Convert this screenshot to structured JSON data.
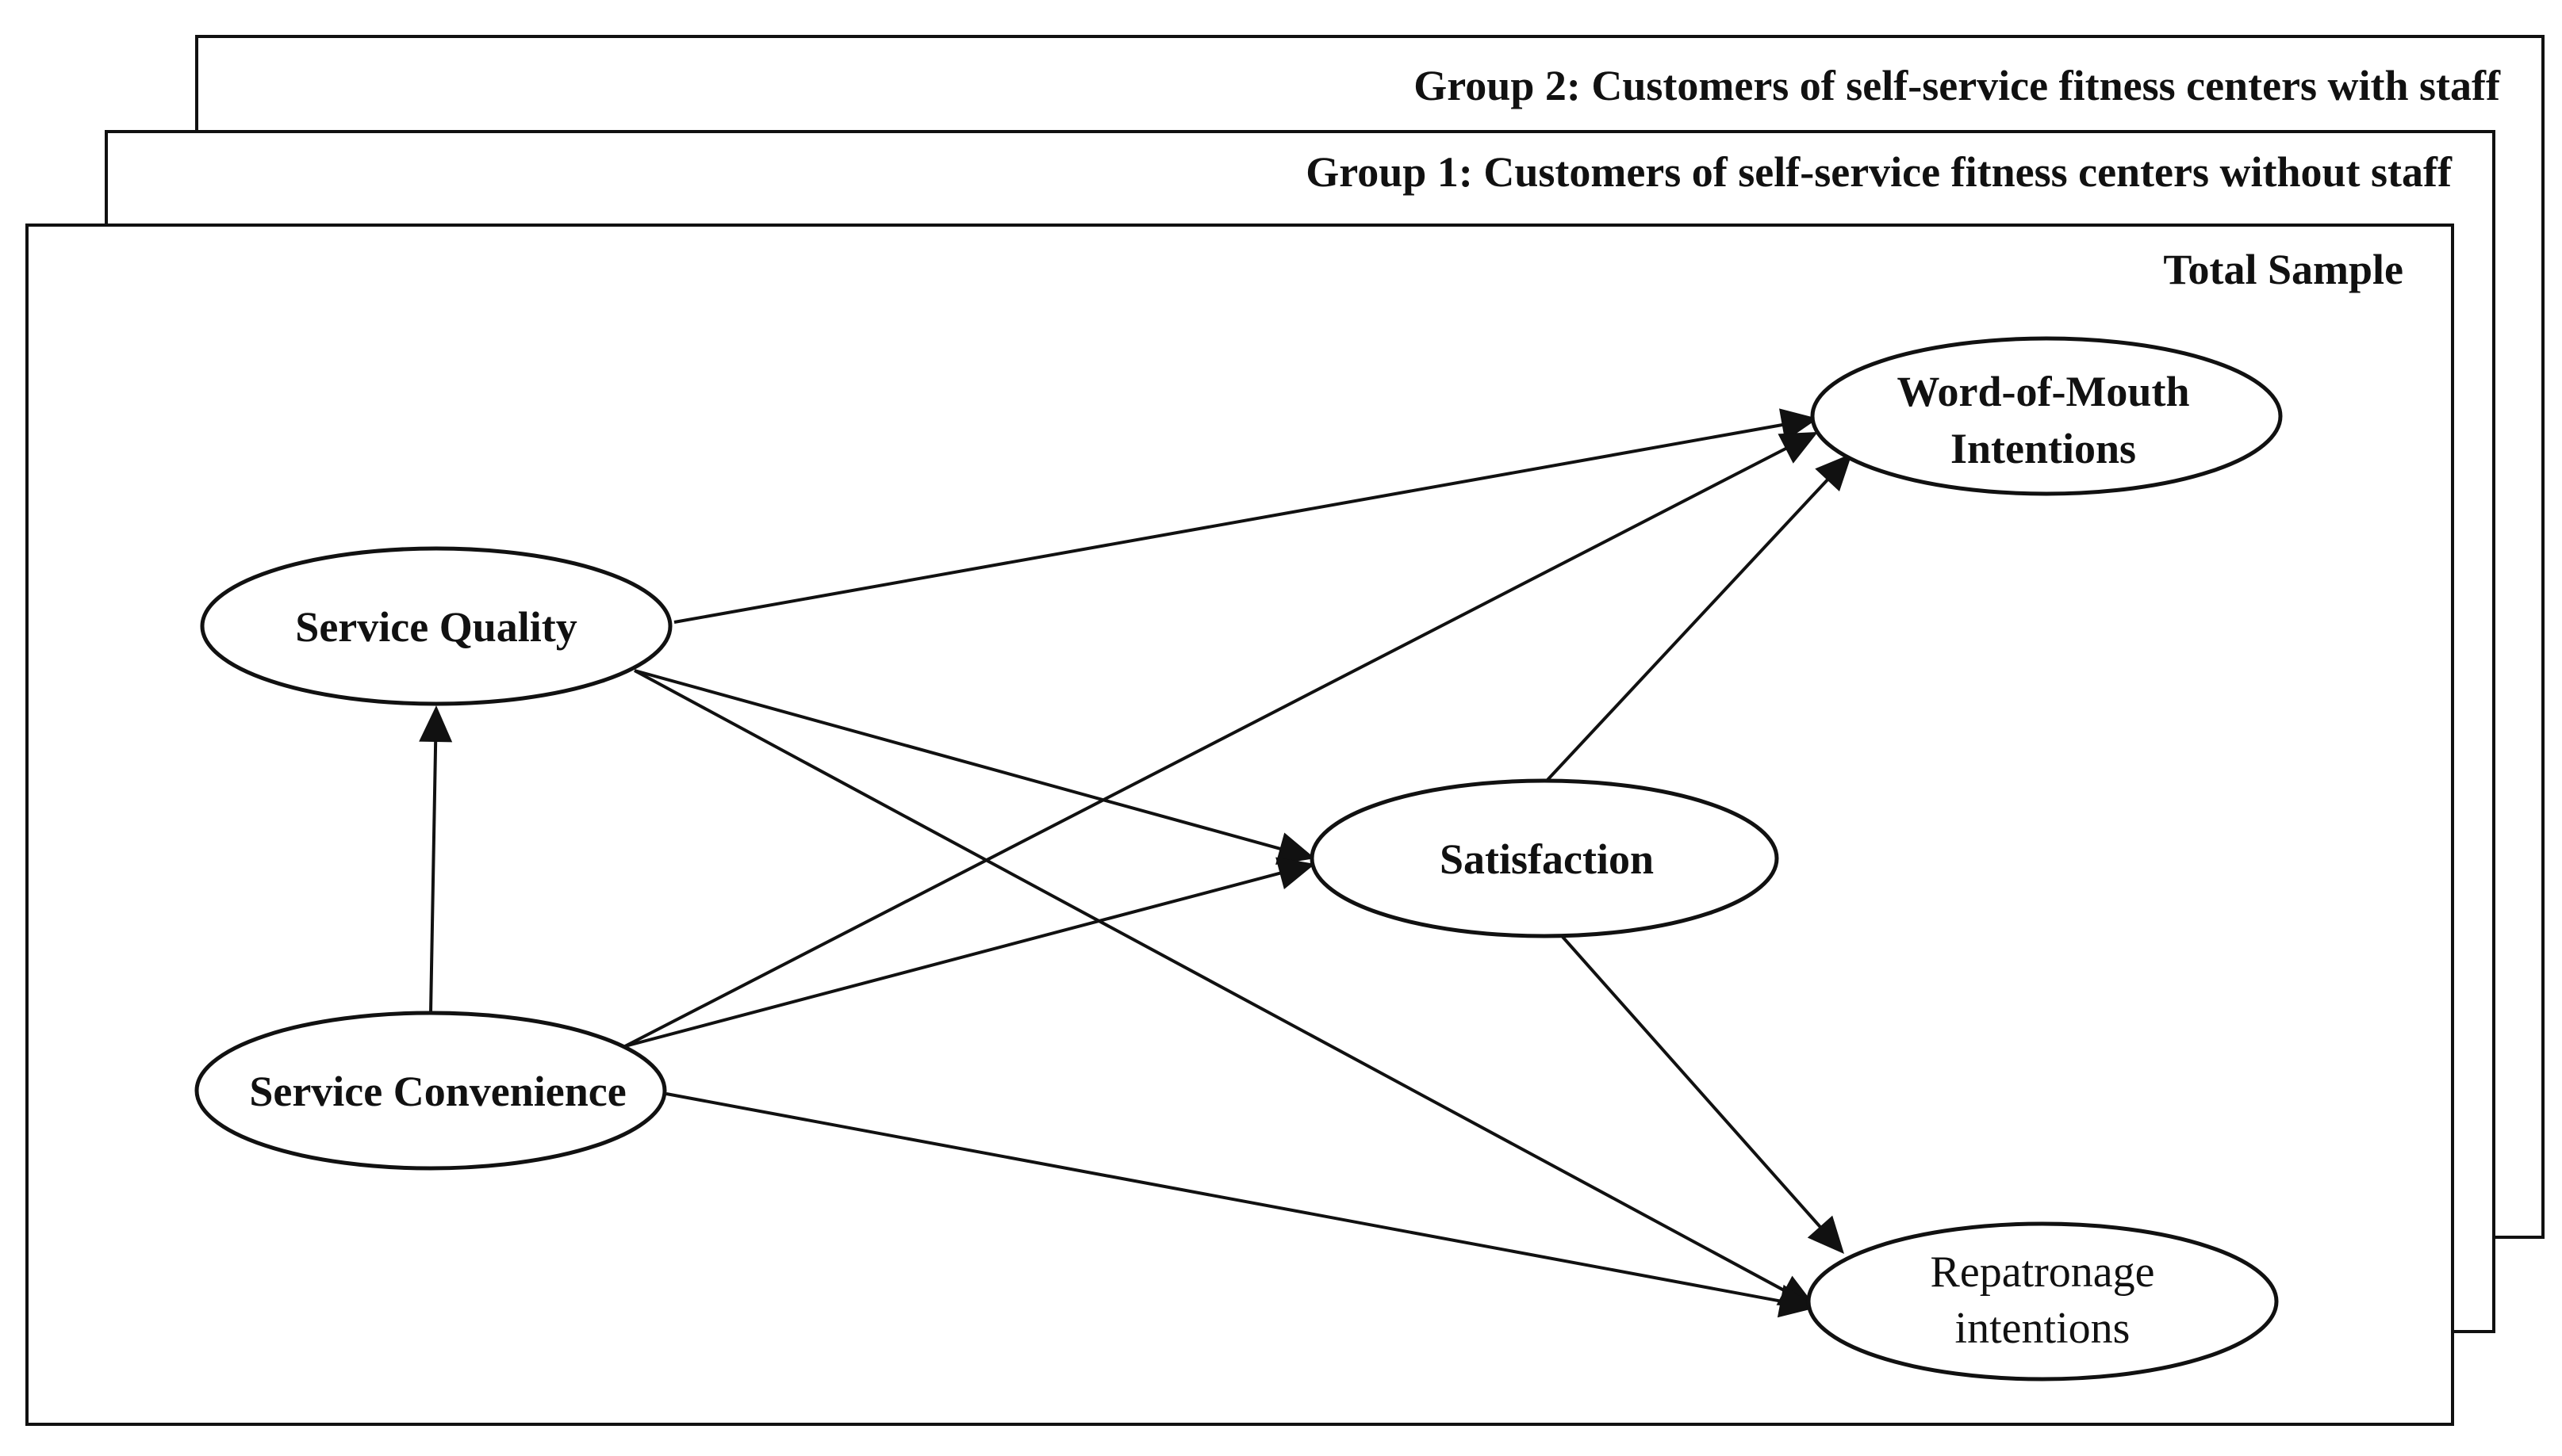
{
  "frames": [
    {
      "id": "group2",
      "title": "Group 2: Customers of self-service fitness centers with staff"
    },
    {
      "id": "group1",
      "title": "Group 1: Customers of self-service fitness centers without staff"
    },
    {
      "id": "total",
      "title": "Total Sample"
    }
  ],
  "nodes": [
    {
      "id": "service_quality",
      "lines": [
        "Service Quality"
      ],
      "weight": "bold"
    },
    {
      "id": "service_convenience",
      "lines": [
        "Service Convenience"
      ],
      "weight": "bold"
    },
    {
      "id": "satisfaction",
      "lines": [
        "Satisfaction"
      ],
      "weight": "bold"
    },
    {
      "id": "word_of_mouth",
      "lines": [
        "Word-of-Mouth",
        "Intentions"
      ],
      "weight": "bold"
    },
    {
      "id": "repatronage",
      "lines": [
        "Repatronage",
        "intentions"
      ],
      "weight": "regular"
    }
  ],
  "edges": [
    {
      "from": "service_convenience",
      "to": "service_quality"
    },
    {
      "from": "service_quality",
      "to": "word_of_mouth"
    },
    {
      "from": "service_quality",
      "to": "satisfaction"
    },
    {
      "from": "service_quality",
      "to": "repatronage"
    },
    {
      "from": "service_convenience",
      "to": "word_of_mouth"
    },
    {
      "from": "service_convenience",
      "to": "satisfaction"
    },
    {
      "from": "service_convenience",
      "to": "repatronage"
    },
    {
      "from": "satisfaction",
      "to": "word_of_mouth"
    },
    {
      "from": "satisfaction",
      "to": "repatronage"
    }
  ],
  "colors": {
    "line": "#111111",
    "fill": "#ffffff"
  }
}
